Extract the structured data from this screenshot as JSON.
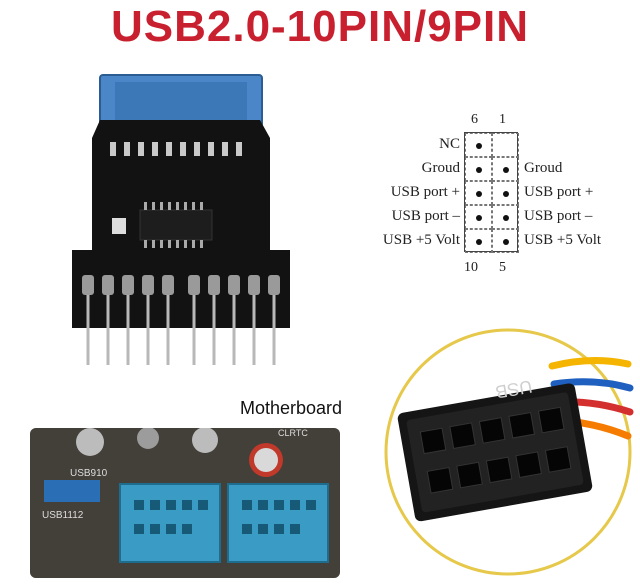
{
  "title": "USB2.0-10PIN/9PIN",
  "pinout": {
    "top_numbers": [
      "6",
      "1"
    ],
    "bottom_numbers": [
      "10",
      "5"
    ],
    "left_labels": [
      "NC",
      "Groud",
      "USB port +",
      "USB port –",
      "USB +5 Volt"
    ],
    "right_labels": [
      "",
      "Groud",
      "USB port +",
      "USB port –",
      "USB +5 Volt"
    ]
  },
  "motherboard_label": "Motherboard",
  "board_markings": {
    "header_left": "USB910",
    "header_bottom": "USB1112",
    "jumper": "CLRTC",
    "connector_text": "USB"
  },
  "colors": {
    "title": "#c8202f",
    "pcb": "#121212",
    "header_blue": "#4a86c8",
    "motherboard_header": "#3a9bc4",
    "circle_outline": "#e6c84a"
  }
}
